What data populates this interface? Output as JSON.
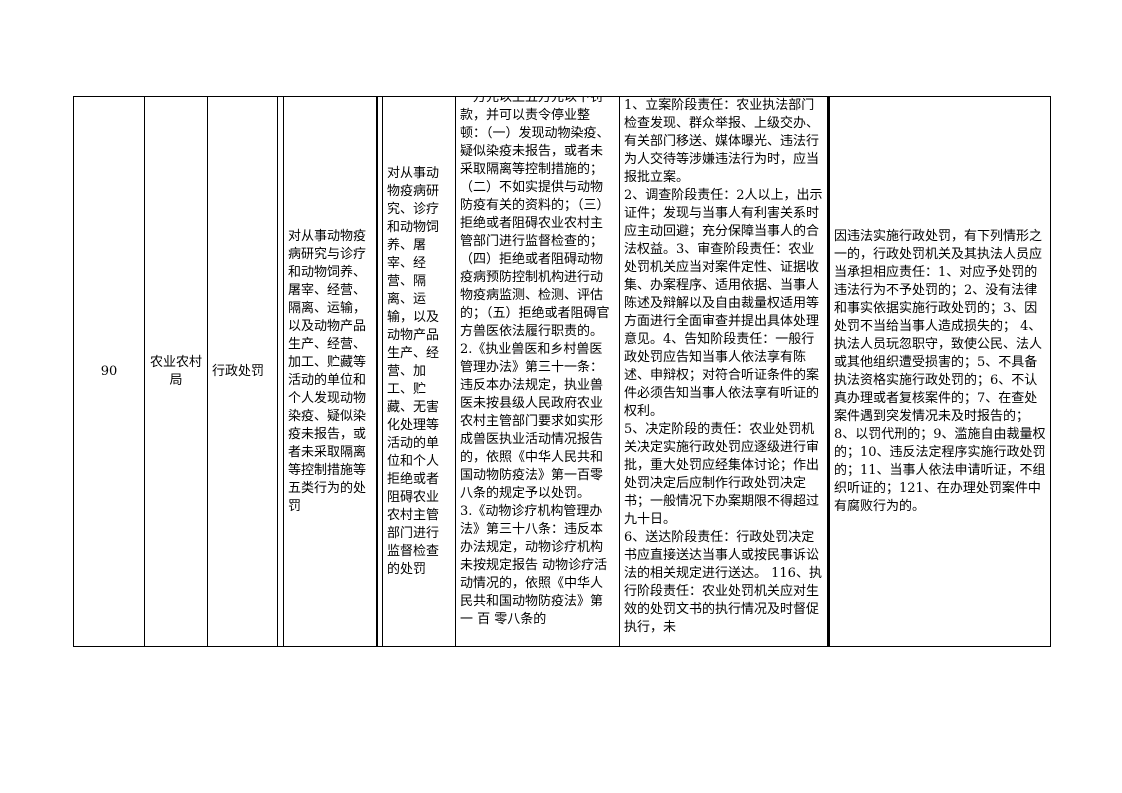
{
  "row": {
    "number": "90",
    "department": "农业农村局",
    "power_type": "行政处罚",
    "item_name": "对从事动物疫病研究与诊疗和动物饲养、屠宰、经营、隔离、运输，以及动物产品生产、经营、加工、贮藏等活动的单位和个人发现动物染疫、疑似染疫未报告，或者未采取隔离等控制措施等五类行为的处罚",
    "sub_item": "对从事动物疫病研究、诊疗和动物饲养、屠宰、经营、隔离、运输，以及动物产品生产、经营、加工、贮藏、无害化处理等活动的单位和个人拒绝或者阻碍农业农村主管部门进行监督检查的处罚",
    "basis": [
      "一万元以上五万元以下罚款，并可以责令停业整顿：（一）发现动物染疫、疑似染疫未报告，或者未采取隔离等控制措施的；（二）不如实提供与动物防疫有关的资料的；（三）拒绝或者阻碍农业农村主管部门进行监督检查的；（四）拒绝或者阻碍动物疫病预防控制机构进行动物疫病监测、检测、评估的；（五）拒绝或者阻碍官方兽医依法履行职责的。",
      "2.《执业兽医和乡村兽医管理办法》第三十一条：违反本办法规定，执业兽医未按县级人民政府农业农村主管部门要求如实形成兽医执业活动情况报告的，依照《中华人民共和国动物防疫法》第一百零八条的规定予以处罚。",
      "3.《动物诊疗机构管理办法》第三十八条：违反本办法规定，动物诊疗机构未按规定报告 动物诊疗活动情况的，依照《中华人民共和国动物防疫法》第 一 百 零八条的"
    ],
    "duty": [
      "1、立案阶段责任：农业执法部门检查发现、群众举报、上级交办、有关部门移送、媒体曝光、违法行为人交待等涉嫌违法行为时，应当报批立案。",
      "2、调查阶段责任：2人以上，出示证件；发现与当事人有利害关系时应主动回避；充分保障当事人的合法权益。3、审查阶段责任：农业处罚机关应当对案件定性、证据收集、办案程序、适用依据、当事人陈述及辩解以及自由裁量权适用等方面进行全面审查并提出具体处理意见。4、告知阶段责任：一般行政处罚应告知当事人依法享有陈述、申辩权；对符合听证条件的案件必须告知当事人依法享有听证的权利。",
      "5、决定阶段的责任：农业处罚机关决定实施行政处罚应逐级进行审批，重大处罚应经集体讨论；作出处罚决定后应制作行政处罚决定书；一般情况下办案期限不得超过九十日。",
      "6、送达阶段责任：行政处罚决定书应直接送达当事人或按民事诉讼法的相关规定进行送达。 116、执行阶段责任：农业处罚机关应对生效的处罚文书的执行情况及时督促执行，未"
    ],
    "accountability": "因违法实施行政处罚，有下列情形之一的，行政处罚机关及其执法人员应当承担相应责任：1、对应予处罚的违法行为不予处罚的；2、没有法律和事实依据实施行政处罚的；3、因处罚不当给当事人造成损失的； 4、执法人员玩忽职守，致使公民、法人或其他组织遭受损害的；5、不具备执法资格实施行政处罚的；6、不认真办理或者复核案件的；7、在查处案件遇到突发情况未及时报告的；8、以罚代刑的；9、滥施自由裁量权的；10、违反法定程序实施行政处罚的；11、当事人依法申请听证，不组织听证的；121、在办理处罚案件中有腐败行为的。"
  }
}
